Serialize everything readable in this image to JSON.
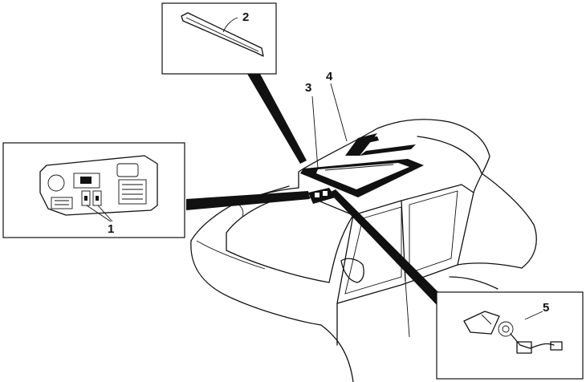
{
  "callouts": {
    "c1": "1",
    "c2": "2",
    "c3": "3",
    "c4": "4",
    "c5": "5"
  },
  "colors": {
    "ink": "#111111",
    "background": "#ffffff"
  }
}
